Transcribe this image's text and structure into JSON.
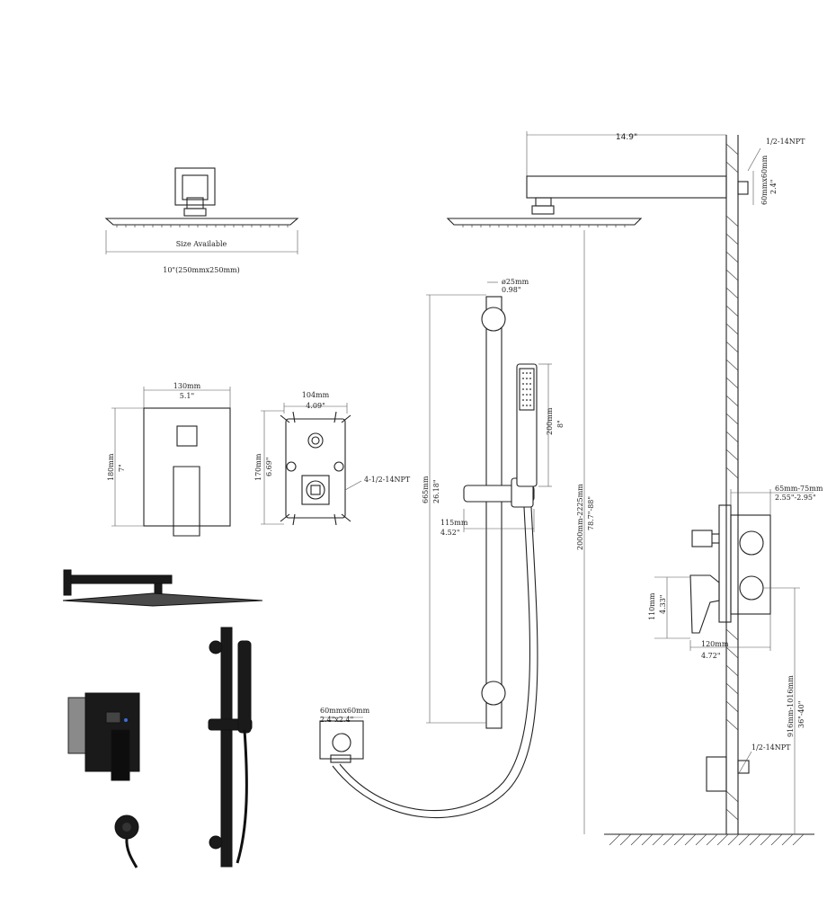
{
  "rain_head_front": {
    "size_available": "Size Available",
    "size_note": "10\"(250mmx250mm)"
  },
  "shower_arm": {
    "length_label": "14.9\"",
    "connection_label": "1/2-14NPT",
    "flange_mm": "60mmx60mm",
    "flange_in": "2.4\""
  },
  "trim_plate": {
    "width_mm": "130mm",
    "width_in": "5.1\"",
    "height_mm": "180mm",
    "height_in": "7\""
  },
  "valve_body": {
    "width_mm": "104mm",
    "width_in": "4.09\"",
    "height_mm": "170mm",
    "height_in": "6.69\"",
    "port_label": "4-1/2-14NPT"
  },
  "slide_bar": {
    "bar_diameter_mm": "ø25mm",
    "bar_diameter_in": "0.98\"",
    "length_mm": "665mm",
    "length_in": "26.18\"",
    "offset_mm": "115mm",
    "offset_in": "4.52\""
  },
  "hand_shower": {
    "length_mm": "200mm",
    "length_in": "8\""
  },
  "elbow": {
    "size_mm": "60mmx60mm",
    "size_in": "2.4\"x2.4\""
  },
  "wall_dims": {
    "total_height_mm": "2000mm-2225mm",
    "total_height_in": "78.7\"-88\"",
    "depth_mm": "65mm-75mm",
    "depth_in": "2.55\"-2.95\"",
    "handle_height_mm": "110mm",
    "handle_height_in": "4.33\"",
    "handle_depth_mm": "120mm",
    "handle_depth_in": "4.72\"",
    "valve_height_mm": "916mm-1016mm",
    "valve_height_in": "36\"-40\"",
    "outlet_label": "1/2-14NPT"
  }
}
